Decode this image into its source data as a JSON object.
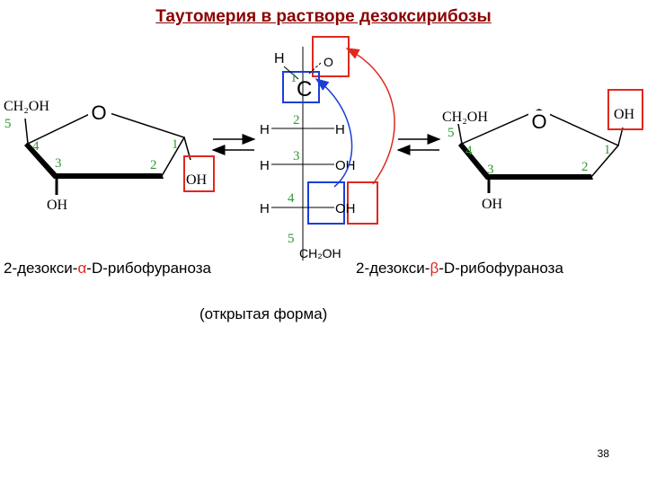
{
  "title": "Таутомерия в растворе дезоксирибозы",
  "alpha": {
    "name_prefix": "2-дезокси-",
    "name_greek": "α",
    "name_suffix": "-D-рибофураноза",
    "ring_o": "O",
    "ch2oh": "CH₂OH",
    "c5_oh": "OH",
    "c1_oh": "OH",
    "c3_oh": "OH",
    "num1": "1",
    "num2": "2",
    "num3": "3",
    "num4": "4",
    "num5": "5"
  },
  "beta": {
    "name_prefix": "2-дезокси-",
    "name_greek": "β",
    "name_suffix": "-D-рибофураноза",
    "ring_o": "O",
    "ch2oh": "CH₂OH",
    "c1_oh": "OH",
    "c3_oh": "OH",
    "num1": "1",
    "num2": "2",
    "num3": "3",
    "num4": "4",
    "num5": "5"
  },
  "open_form": {
    "caption": "(открытая форма)",
    "c1_label": "C",
    "c1_h": "H",
    "c1_o": "O",
    "h": "H",
    "oh": "OH",
    "ch2oh": "CH₂OH",
    "num1": "1",
    "num2": "2",
    "num3": "3",
    "num4": "4",
    "num5": "5"
  },
  "colors": {
    "title": "#8b0000",
    "highlight_red": "#e0281e",
    "highlight_blue": "#1a3fd6",
    "numbers": "#2e9a2e"
  },
  "page_number": "38"
}
